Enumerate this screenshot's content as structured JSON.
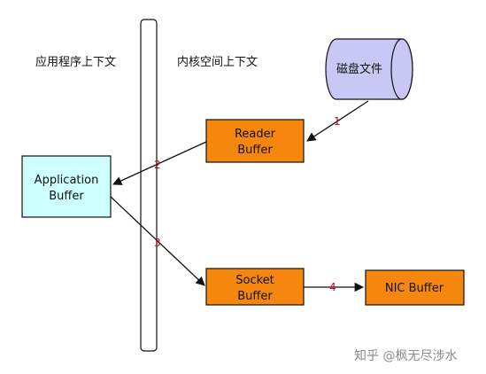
{
  "labels": {
    "app_context": "应用程序上下文",
    "kernel_context": "内核空间上下文"
  },
  "disk": {
    "label": "磁盘文件",
    "color": "#c9c8f5"
  },
  "boxes": {
    "reader": {
      "line1": "Reader",
      "line2": "Buffer"
    },
    "application": {
      "line1": "Application",
      "line2": "Buffer"
    },
    "socket": {
      "line1": "Socket",
      "line2": "Buffer"
    },
    "nic": {
      "line1": "NIC Buffer"
    }
  },
  "steps": {
    "s1": "1",
    "s2": "2",
    "s3": "3",
    "s4": "4"
  },
  "watermark": "知乎 @枫无尽涉水",
  "colors": {
    "orange": "#f5870f",
    "cyan": "#ccfffe",
    "step_red": "#d0021b"
  }
}
